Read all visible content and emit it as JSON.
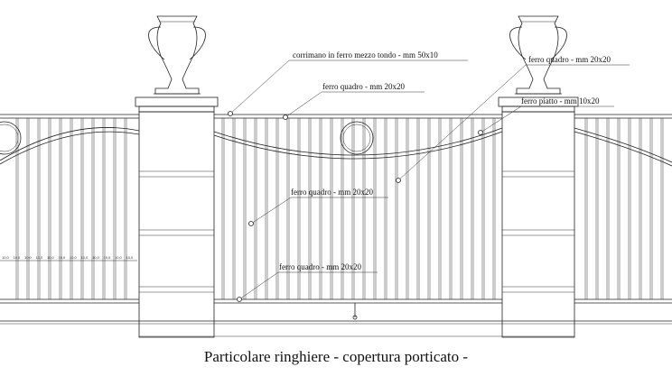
{
  "labels": {
    "corrimano": "corrimano in ferro mezzo tondo - mm 50x10",
    "ferro_quadro_top": "ferro quadro - mm 20x20",
    "ferro_quadro_right": "ferro quadro - mm 20x20",
    "ferro_piatto": "ferro piatto - mm 10x20",
    "ferro_quadro_mid": "ferro quadro - mm 20x20",
    "ferro_quadro_low": "ferro quadro - mm 20x20"
  },
  "caption": "Particolare ringhiere - copertura porticato -",
  "dimension_mark": "10,0"
}
